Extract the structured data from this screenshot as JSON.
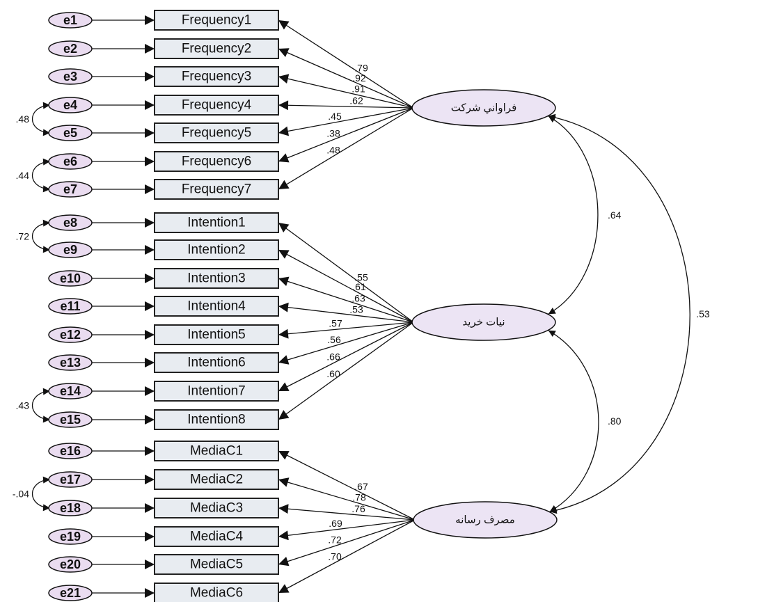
{
  "errors": [
    "e1",
    "e2",
    "e3",
    "e4",
    "e5",
    "e6",
    "e7",
    "e8",
    "e9",
    "e10",
    "e11",
    "e12",
    "e13",
    "e14",
    "e15",
    "e16",
    "e17",
    "e18",
    "e19",
    "e20",
    "e21"
  ],
  "indicators": [
    "Frequency1",
    "Frequency2",
    "Frequency3",
    "Frequency4",
    "Frequency5",
    "Frequency6",
    "Frequency7",
    "Intention1",
    "Intention2",
    "Intention3",
    "Intention4",
    "Intention5",
    "Intention6",
    "Intention7",
    "Intention8",
    "MediaC1",
    "MediaC2",
    "MediaC3",
    "MediaC4",
    "MediaC5",
    "MediaC6"
  ],
  "latents": [
    {
      "name": "فراواني شركت",
      "indicators": [
        0,
        1,
        2,
        3,
        4,
        5,
        6
      ],
      "loadings": [
        ".79",
        ".92",
        ".91",
        ".62",
        ".45",
        ".38",
        ".48"
      ]
    },
    {
      "name": "نيات خريد",
      "indicators": [
        7,
        8,
        9,
        10,
        11,
        12,
        13,
        14
      ],
      "loadings": [
        ".55",
        ".61",
        ".63",
        ".53",
        ".57",
        ".56",
        ".66",
        ".60"
      ]
    },
    {
      "name": "مصرف رسانه",
      "indicators": [
        15,
        16,
        17,
        18,
        19,
        20
      ],
      "loadings": [
        ".67",
        ".78",
        ".76",
        ".69",
        ".72",
        ".70"
      ]
    }
  ],
  "error_covariances": [
    {
      "from": 3,
      "to": 4,
      "value": ".48"
    },
    {
      "from": 5,
      "to": 6,
      "value": ".44"
    },
    {
      "from": 7,
      "to": 8,
      "value": ".72"
    },
    {
      "from": 13,
      "to": 14,
      "value": ".43"
    },
    {
      "from": 16,
      "to": 17,
      "value": "-.04"
    }
  ],
  "latent_correlations": [
    {
      "from": 0,
      "to": 1,
      "value": ".64"
    },
    {
      "from": 1,
      "to": 2,
      "value": ".80"
    },
    {
      "from": 0,
      "to": 2,
      "value": ".53"
    }
  ]
}
